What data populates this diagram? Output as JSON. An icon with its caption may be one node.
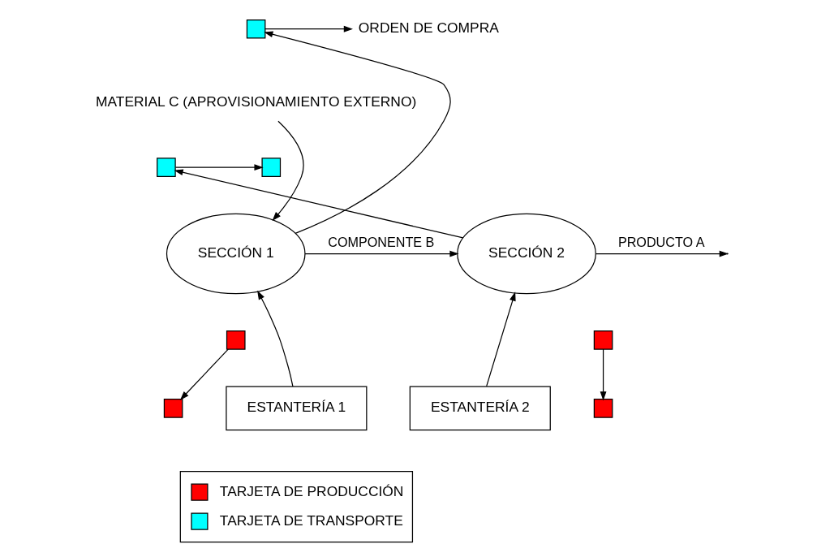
{
  "diagram": {
    "nodes": [
      {
        "text": [],
        "shape": "box"
      },
      {
        "text": [
          "ORDEN DE COMPRA"
        ]
      },
      {
        "text": [
          "MATERIAL C (APROVISIONAMIENTO EXTERNO)"
        ]
      },
      {
        "text": [],
        "shape": "box"
      },
      {
        "text": [],
        "shape": "box"
      },
      {
        "text": [
          "SECCIÓN 1"
        ]
      },
      {
        "text": [
          "SECCIÓN 2"
        ]
      },
      {
        "text": [],
        "shape": "box"
      },
      {
        "text": [],
        "shape": "box"
      },
      {
        "text": [],
        "shape": "box"
      },
      {
        "text": [],
        "shape": "box"
      },
      {
        "text": [
          "ESTANTERÍA 1"
        ]
      },
      {
        "text": [
          "ESTANTERÍA 2"
        ]
      }
    ],
    "edges": [
      {
        "from": 5,
        "to": 0,
        "arrow": "to"
      },
      {
        "from": 0,
        "to": 1,
        "arrow": "to"
      },
      {
        "from": 2,
        "to": 5,
        "arrow": "to"
      },
      {
        "from": 6,
        "to": 3,
        "arrow": "to"
      },
      {
        "from": 3,
        "to": 4,
        "arrow": "to"
      },
      {
        "from": 5,
        "to": 6,
        "arrow": "to",
        "label": "COMPONENTE B"
      },
      {
        "from": 6,
        "to": null,
        "arrow": "to",
        "label": "PRODUCTO A"
      },
      {
        "from": 7,
        "to": 8,
        "arrow": "to"
      },
      {
        "from": 9,
        "to": 10,
        "arrow": "to"
      },
      {
        "from": 11,
        "to": 5,
        "arrow": "to"
      },
      {
        "from": 12,
        "to": 6,
        "arrow": "to"
      }
    ],
    "legend": [
      {
        "text": "TARJETA DE PRODUCCIÓN",
        "color": "#ff0000"
      },
      {
        "text": "TARJETA DE TRANSPORTE",
        "color": "#00ffff"
      }
    ]
  }
}
